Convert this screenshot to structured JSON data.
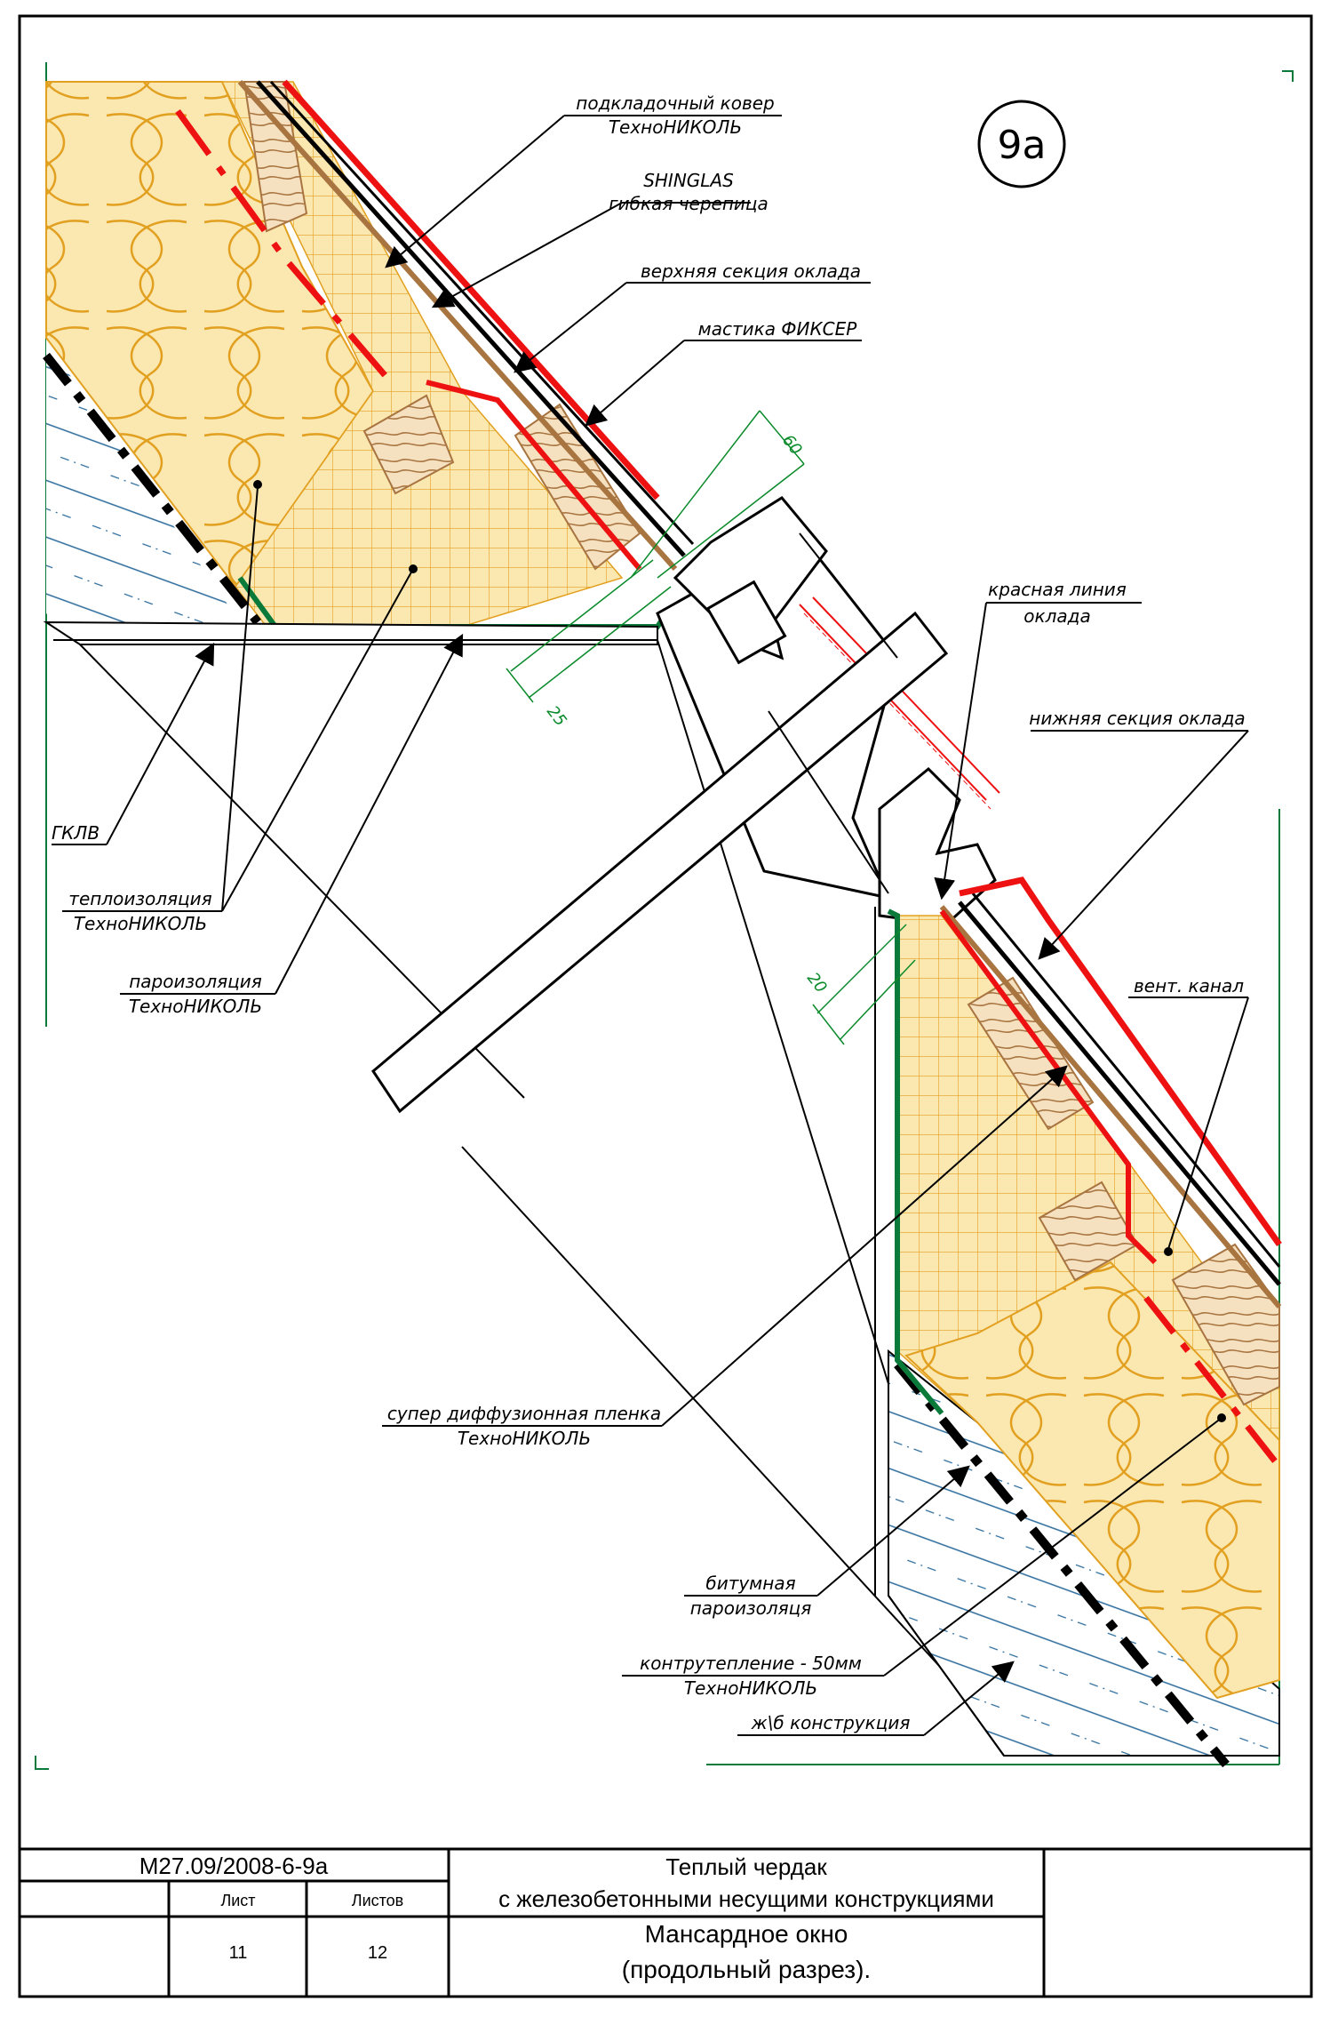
{
  "badge": "9а",
  "labels": {
    "underlay": [
      "подкладочный ковер",
      "ТехноНИКОЛЬ"
    ],
    "shinglas": [
      "SHINGLAS",
      "гибкая черепица"
    ],
    "upper_flashing": "верхняя секция оклада",
    "mastic": "мастика ФИКСЕР",
    "red_line": [
      "красная линия",
      "оклада"
    ],
    "lower_flashing": "нижняя секция оклада",
    "vent": "вент. канал",
    "gklv": "ГКЛВ",
    "insulation": [
      "теплоизоляция",
      "ТехноНИКОЛЬ"
    ],
    "vapor": [
      "пароизоляция",
      "ТехноНИКОЛЬ"
    ],
    "membrane": [
      "супер диффузионная пленка",
      "ТехноНИКОЛЬ"
    ],
    "bitumen": [
      "битумная",
      "пароизоляця"
    ],
    "counter": [
      "контрутепление - 50мм",
      "ТехноНИКОЛЬ"
    ],
    "concrete": "ж\\б конструкция"
  },
  "dimensions": {
    "d60": "60",
    "d25": "25",
    "d20": "20"
  },
  "title_block": {
    "code": "М27.09/2008-6-9а",
    "title1": "Теплый чердак",
    "title2": "с железобетонными несущими конструкциями",
    "subtitle1": "Мансардное окно",
    "subtitle2": "(продольный разрез).",
    "sheet_label": "Лист",
    "sheets_label": "Листов",
    "sheet_no": "11",
    "sheets_total": "12"
  },
  "colors": {
    "red": "#ee1111",
    "green": "#0a7a3a",
    "insulation": "#f5d27a",
    "grid": "#e2a020",
    "wood": "#a87440",
    "concrete_hatch": "#2a6a9a"
  }
}
